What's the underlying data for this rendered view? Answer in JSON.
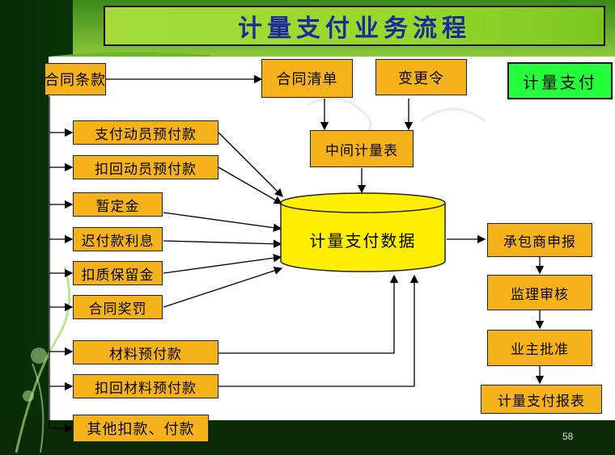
{
  "title": "计量支付业务流程",
  "corner_label": "计量支付",
  "nodes": {
    "contract_terms": "合同条款",
    "contract_list": "合同清单",
    "change_order": "变更令",
    "interim_measure": "中间计量表",
    "mobilization_advance": "支付动员预付款",
    "deduct_mobilization": "扣回动员预付款",
    "provisional_sum": "暂定金",
    "late_interest": "迟付款利息",
    "retention": "扣质保留金",
    "bonus_penalty": "合同奖罚",
    "material_advance": "材料预付款",
    "deduct_material": "扣回材料预付款",
    "other": "其他扣款、付款",
    "data_store": "计量支付数据",
    "contractor_apply": "承包商申报",
    "supervisor_review": "监理审核",
    "owner_approve": "业主批准",
    "payment_report": "计量支付报表"
  },
  "page_number": "58",
  "colors": {
    "box_fill": "#f6b21a",
    "title_text": "#1c2a9c",
    "title_fill": "#9bd934",
    "corner_fill": "#23ff3a",
    "drum_fill": "#ffee00",
    "background_green": "#0d3a08",
    "panel": "#ffffff"
  }
}
